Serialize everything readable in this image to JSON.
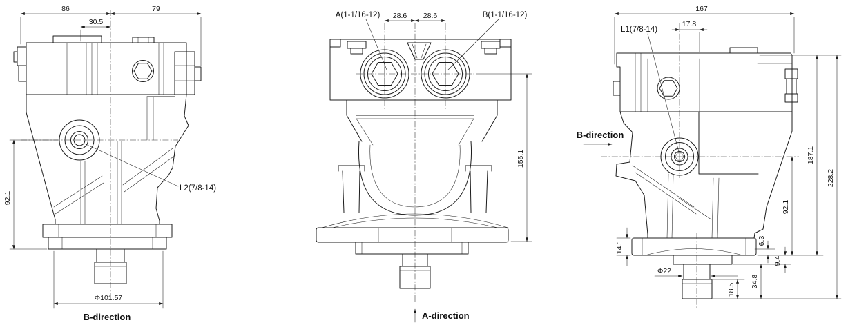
{
  "views": {
    "left": {
      "caption": "B-direction",
      "dim_top_left": "86",
      "dim_top_right": "79",
      "dim_offset": "30.5",
      "dim_height": "92.1",
      "dim_flange_dia": "Φ101.57",
      "port_label": "L2(7/8-14)"
    },
    "middle": {
      "caption": "A-direction",
      "port_a_label": "A(1-1/16-12)",
      "port_b_label": "B(1-1/16-12)",
      "dim_spacing_left": "28.6",
      "dim_spacing_right": "28.6",
      "dim_height": "155.1"
    },
    "right": {
      "direction_label": "B-direction",
      "port_label": "L1(7/8-14)",
      "dim_overall_width": "167",
      "dim_port_offset": "17.8",
      "dim_port_height": "92.1",
      "dim_body_height": "187.1",
      "dim_overall_height": "228.2",
      "dim_flange_thk": "14.1",
      "dim_step_a": "6.3",
      "dim_step_b": "9.4",
      "dim_shaft_len": "34.8",
      "dim_spline_len": "18.5",
      "dim_shaft_dia": "Φ22"
    }
  },
  "colors": {
    "line": "#1c1c1c",
    "background": "#ffffff"
  }
}
